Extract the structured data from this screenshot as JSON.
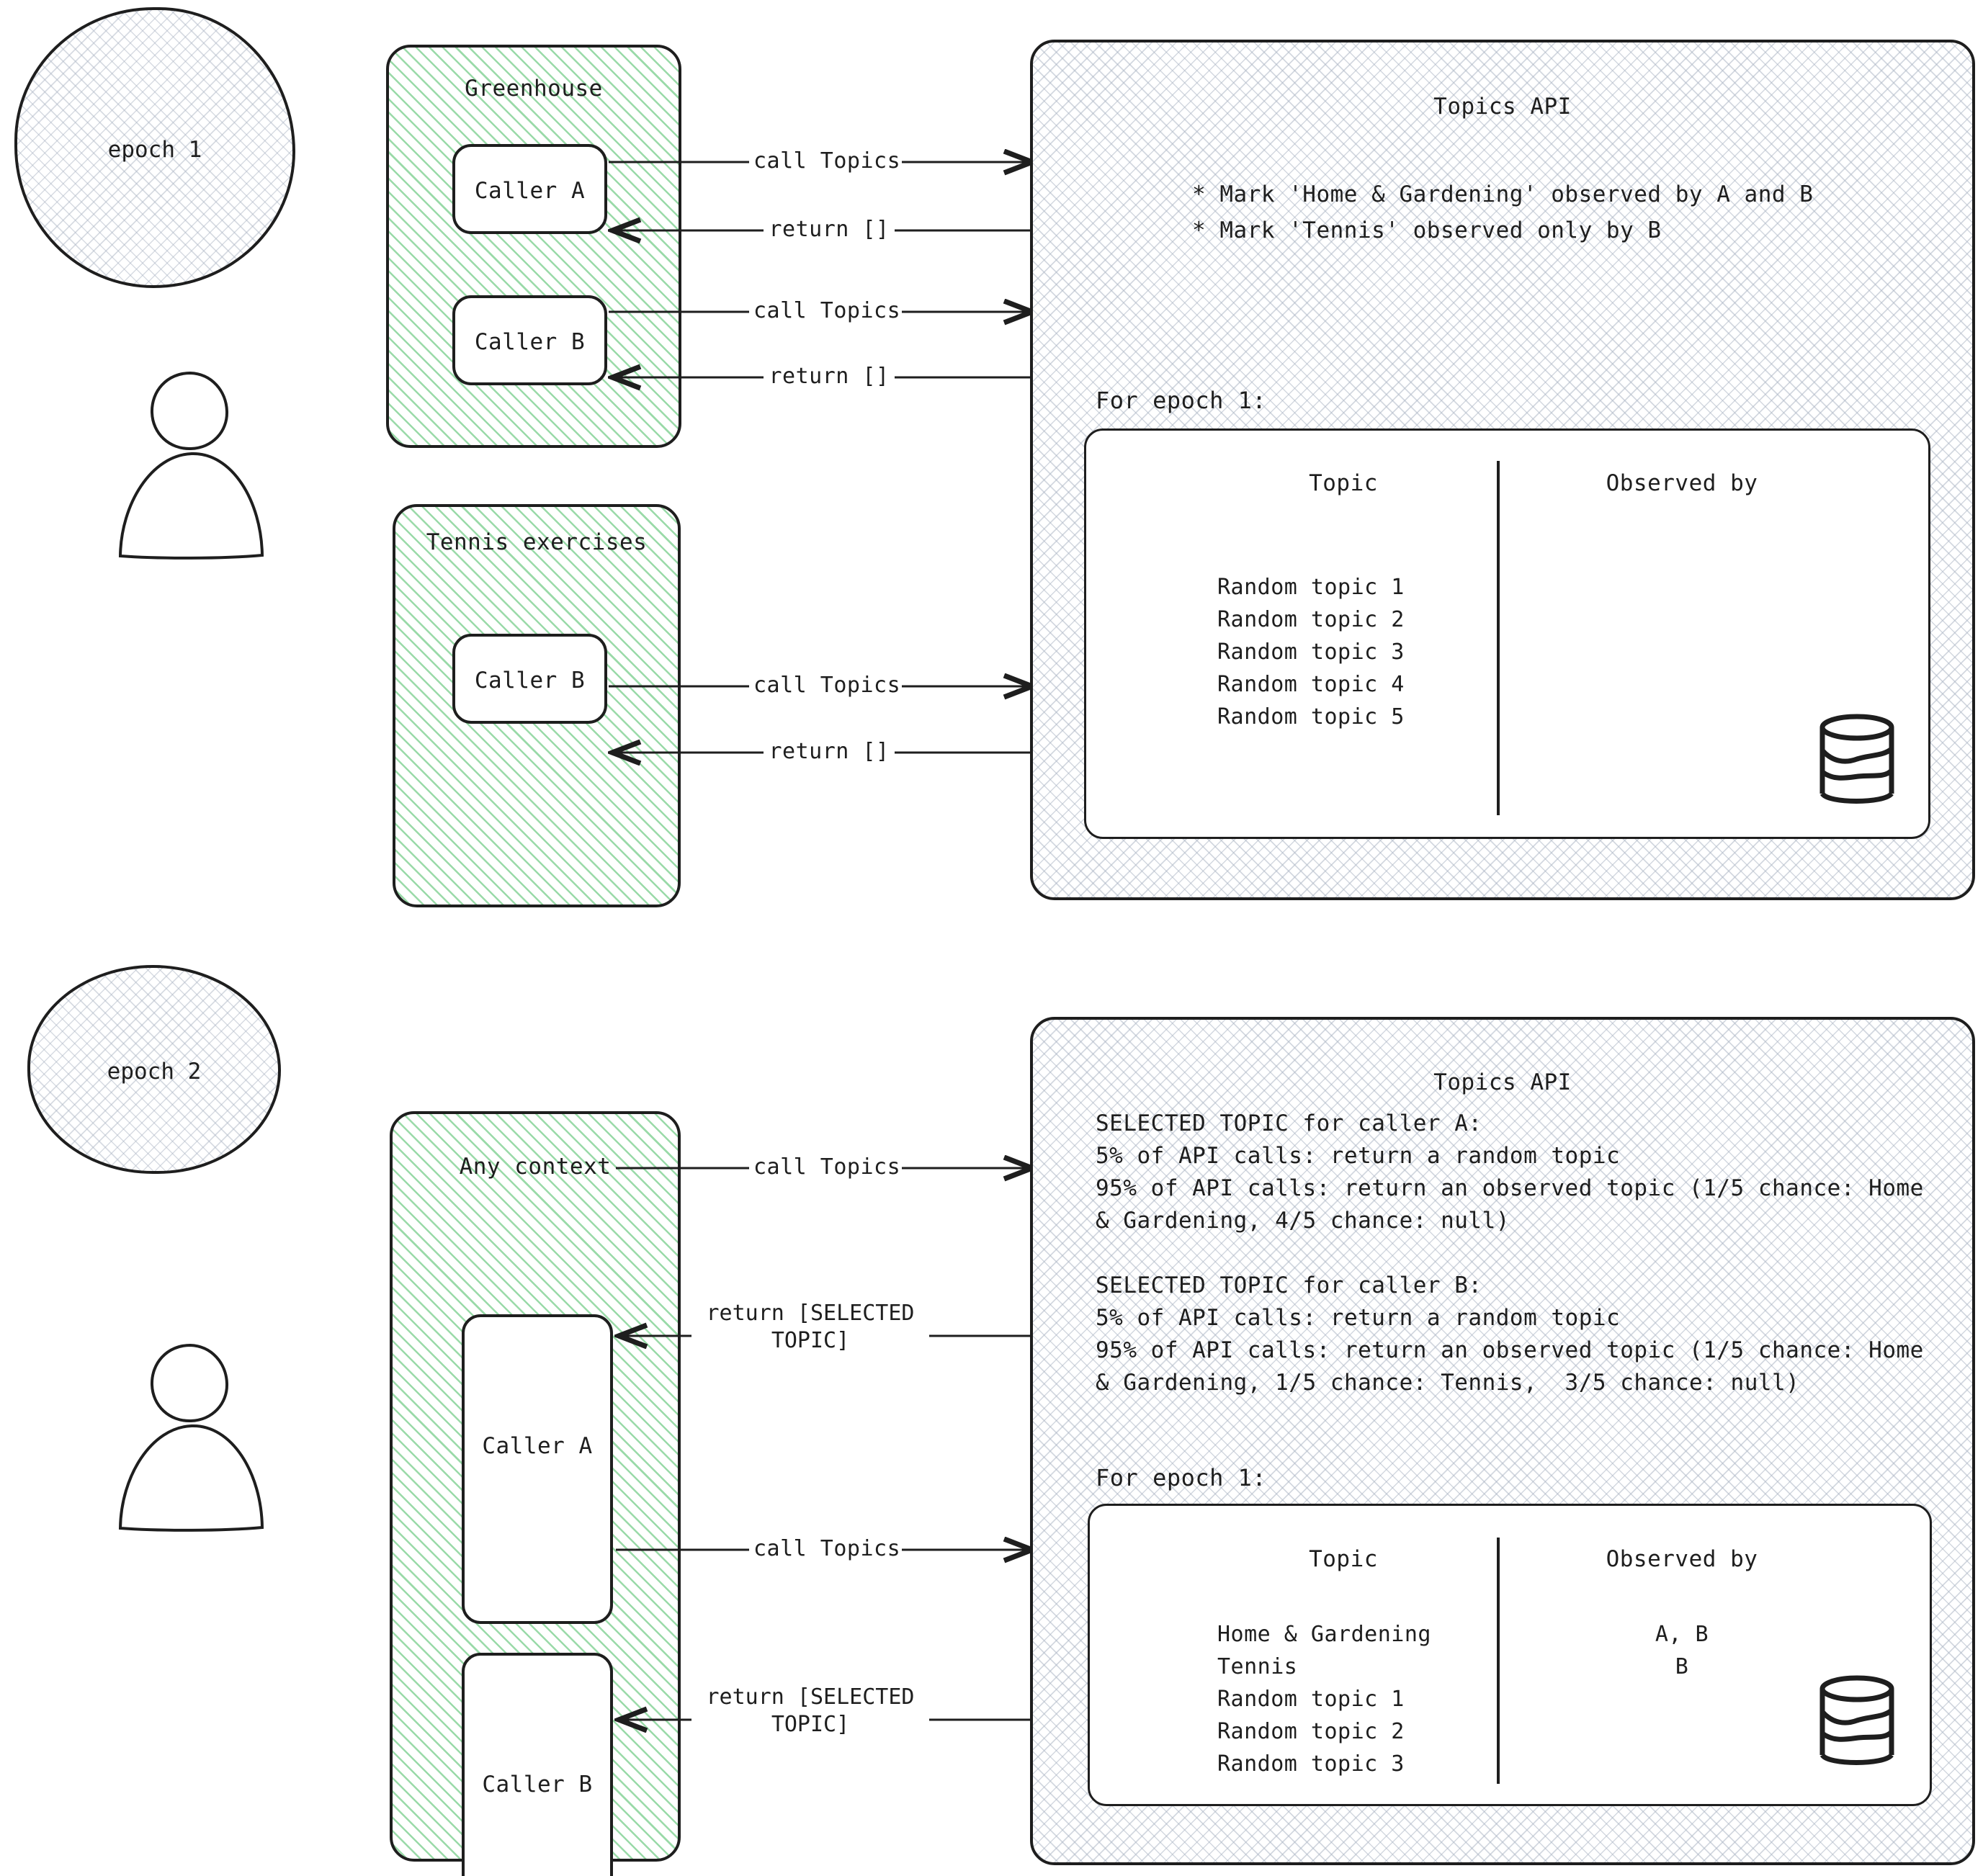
{
  "diagram": {
    "title": "Topics API epochs diagram",
    "accent_green": "#95d8a4",
    "stroke_color": "#1e1e1e"
  },
  "epochs": [
    {
      "bubble_label": "epoch 1",
      "groups": [
        {
          "name": "Greenhouse",
          "callers": [
            "Caller A",
            "Caller B"
          ]
        },
        {
          "name": "Tennis exercises",
          "callers": [
            "Caller B"
          ]
        }
      ],
      "arrows": [
        {
          "label": "call Topics",
          "direction": "right"
        },
        {
          "label": "return []",
          "direction": "left"
        },
        {
          "label": "call Topics",
          "direction": "right"
        },
        {
          "label": "return []",
          "direction": "left"
        },
        {
          "label": "call Topics",
          "direction": "right"
        },
        {
          "label": "return []",
          "direction": "left"
        }
      ],
      "api": {
        "title": "Topics API",
        "bullets": [
          "* Mark 'Home & Gardening' observed by A and B",
          "* Mark 'Tennis' observed only by B"
        ],
        "table_caption": "For epoch 1:",
        "table": {
          "columns": [
            "Topic",
            "Observed by"
          ],
          "rows": [
            {
              "topic": "Random topic 1",
              "observed_by": ""
            },
            {
              "topic": "Random topic 2",
              "observed_by": ""
            },
            {
              "topic": "Random topic 3",
              "observed_by": ""
            },
            {
              "topic": "Random topic 4",
              "observed_by": ""
            },
            {
              "topic": "Random topic 5",
              "observed_by": ""
            }
          ]
        }
      }
    },
    {
      "bubble_label": "epoch 2",
      "groups": [
        {
          "name": "Any context",
          "callers": [
            "Caller A",
            "Caller B"
          ]
        }
      ],
      "arrows": [
        {
          "label": "call Topics",
          "direction": "right"
        },
        {
          "label": "return [SELECTED\nTOPIC]",
          "direction": "left"
        },
        {
          "label": "call Topics",
          "direction": "right"
        },
        {
          "label": "return [SELECTED\nTOPIC]",
          "direction": "left"
        }
      ],
      "api": {
        "title": "Topics API",
        "paragraphs": [
          "SELECTED TOPIC for caller A:",
          "5% of API calls: return a random topic",
          "95% of API calls: return an observed topic (1/5 chance: Home",
          "& Gardening, 4/5 chance: null)",
          "",
          "SELECTED TOPIC for caller B:",
          "5% of API calls: return a random topic",
          "95% of API calls: return an observed topic (1/5 chance: Home",
          "& Gardening, 1/5 chance: Tennis,  3/5 chance: null)"
        ],
        "table_caption": "For epoch 1:",
        "table": {
          "columns": [
            "Topic",
            "Observed by"
          ],
          "rows": [
            {
              "topic": "Home & Gardening",
              "observed_by": "A, B"
            },
            {
              "topic": "Tennis",
              "observed_by": "B"
            },
            {
              "topic": "Random topic 1",
              "observed_by": ""
            },
            {
              "topic": "Random topic 2",
              "observed_by": ""
            },
            {
              "topic": "Random topic 3",
              "observed_by": ""
            }
          ]
        }
      }
    }
  ],
  "arrow_labels": {
    "e1_call_a": "call Topics",
    "e1_ret_a": "return []",
    "e1_call_b": "call Topics",
    "e1_ret_b": "return []",
    "e1_call_t": "call Topics",
    "e1_ret_t": "return []",
    "e2_call_a": "call Topics",
    "e2_ret_a_l1": "return [SELECTED",
    "e2_ret_a_l2": "TOPIC]",
    "e2_call_b": "call Topics",
    "e2_ret_b_l1": "return [SELECTED",
    "e2_ret_b_l2": "TOPIC]"
  },
  "icons": {
    "user": "user-icon",
    "database": "database-cylinder-icon"
  }
}
